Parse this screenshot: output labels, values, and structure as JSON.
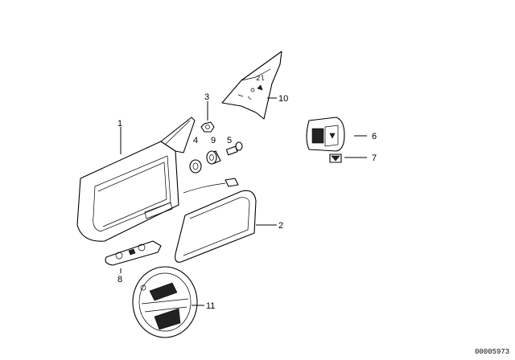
{
  "diagram": {
    "callouts": [
      {
        "id": "1",
        "label": "1"
      },
      {
        "id": "2",
        "label": "2"
      },
      {
        "id": "3",
        "label": "3"
      },
      {
        "id": "4",
        "label": "4"
      },
      {
        "id": "5",
        "label": "5"
      },
      {
        "id": "6",
        "label": "6"
      },
      {
        "id": "7",
        "label": "7"
      },
      {
        "id": "8",
        "label": "8"
      },
      {
        "id": "9",
        "label": "9"
      },
      {
        "id": "10",
        "label": "10"
      },
      {
        "id": "11",
        "label": "11"
      }
    ],
    "drawing_code": "00005973"
  }
}
